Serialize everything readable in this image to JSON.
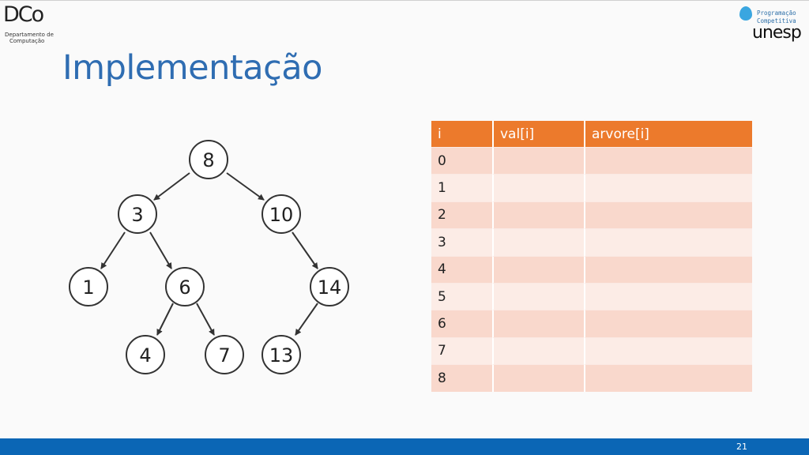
{
  "header": {
    "dco_mark": "DCo",
    "dco_line1": "Departamento de",
    "dco_line2": "Computação",
    "pc_line1": "Programação",
    "pc_line2": "Competitiva",
    "unesp": "unesp"
  },
  "slide": {
    "title": "Implementação",
    "page_number": "21"
  },
  "tree": {
    "nodes": [
      "8",
      "3",
      "10",
      "1",
      "6",
      "14",
      "4",
      "7",
      "13"
    ]
  },
  "table": {
    "headers": [
      "i",
      "val[i]",
      "arvore[i]"
    ],
    "rows": [
      "0",
      "1",
      "2",
      "3",
      "4",
      "5",
      "6",
      "7",
      "8"
    ]
  },
  "colors": {
    "title": "#2f6db2",
    "table_header": "#ec7a2c",
    "row_odd": "#f9d8cc",
    "row_even": "#fcece6",
    "footer": "#0b66b5"
  }
}
